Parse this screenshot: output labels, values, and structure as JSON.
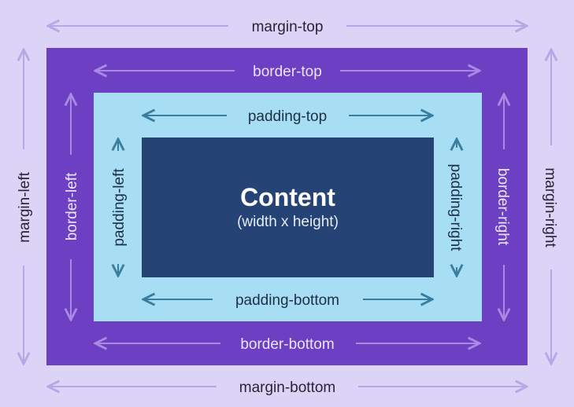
{
  "margin": {
    "top": "margin-top",
    "bottom": "margin-bottom",
    "left": "margin-left",
    "right": "margin-right"
  },
  "border": {
    "top": "border-top",
    "bottom": "border-bottom",
    "left": "border-left",
    "right": "border-right"
  },
  "padding": {
    "top": "padding-top",
    "bottom": "padding-bottom",
    "left": "padding-left",
    "right": "padding-right"
  },
  "content": {
    "title": "Content",
    "subtitle": "(width x height)"
  },
  "colors": {
    "margin_area": "#dcd4f7",
    "border_area": "#6d3fc2",
    "padding_area": "#a8def3",
    "content_area": "#254374",
    "margin_arrow": "#b6a7e6",
    "border_arrow": "#a98ae2",
    "padding_arrow": "#3a7d9f"
  }
}
